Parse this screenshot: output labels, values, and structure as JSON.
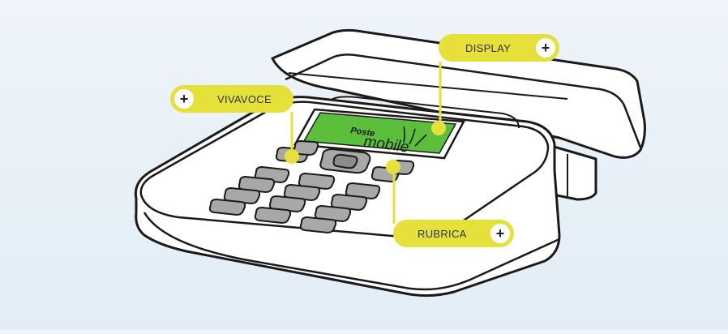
{
  "callouts": {
    "display": {
      "label": "DISPLAY",
      "action": "+"
    },
    "vivavoce": {
      "label": "VIVAVOCE",
      "action": "+"
    },
    "rubrica": {
      "label": "RUBRICA",
      "action": "+"
    }
  },
  "screen": {
    "brand_top": "Poste",
    "brand_bottom": "mobile"
  },
  "icons": {
    "expand": "plus-icon"
  },
  "colors": {
    "accent_yellow": "#e6e03a",
    "screen_green": "#5cbf3b",
    "key_gray": "#a8a8a8",
    "outline": "#1a1a1a",
    "background": "#e6eff7"
  }
}
